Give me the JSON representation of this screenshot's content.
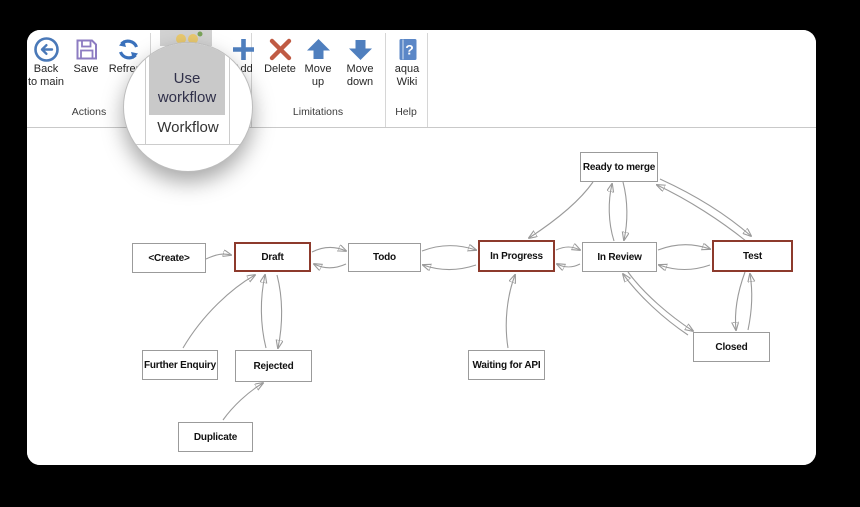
{
  "toolbar": {
    "groups": [
      {
        "label": "Actions"
      },
      {
        "label": "Workflow"
      },
      {
        "label": "Limitations"
      },
      {
        "label": "Help"
      }
    ],
    "buttons": [
      {
        "id": "back-to-main",
        "line1": "Back",
        "line2": "to main"
      },
      {
        "id": "save",
        "line1": "Save",
        "line2": ""
      },
      {
        "id": "refresh",
        "line1": "Refresh",
        "line2": ""
      },
      {
        "id": "add",
        "line1": "Add",
        "line2": ""
      },
      {
        "id": "delete",
        "line1": "Delete",
        "line2": ""
      },
      {
        "id": "move-up",
        "line1": "Move",
        "line2": "up"
      },
      {
        "id": "move-down",
        "line1": "Move",
        "line2": "down"
      },
      {
        "id": "aqua-wiki",
        "line1": "aqua",
        "line2": "Wiki"
      }
    ]
  },
  "magnifier": {
    "button_line1": "Use",
    "button_line2": "workflow",
    "group_label": "Workflow"
  },
  "colors": {
    "accent_blue": "#4a79b8",
    "accent_purple": "#8d7cc2",
    "accent_red": "#c05b44",
    "node_border_gray": "#9b9b9b",
    "node_border_highlight": "#8d3a2c",
    "edge_gray": "#9a9a9a"
  },
  "diagram": {
    "nodes": [
      {
        "id": "create",
        "label": "<Create>",
        "highlighted": false
      },
      {
        "id": "draft",
        "label": "Draft",
        "highlighted": true
      },
      {
        "id": "todo",
        "label": "Todo",
        "highlighted": false
      },
      {
        "id": "in-progress",
        "label": "In Progress",
        "highlighted": true
      },
      {
        "id": "in-review",
        "label": "In Review",
        "highlighted": false
      },
      {
        "id": "test",
        "label": "Test",
        "highlighted": true
      },
      {
        "id": "ready-to-merge",
        "label": "Ready to merge",
        "highlighted": false
      },
      {
        "id": "further-enquiry",
        "label": "Further Enquiry",
        "highlighted": false
      },
      {
        "id": "rejected",
        "label": "Rejected",
        "highlighted": false
      },
      {
        "id": "duplicate",
        "label": "Duplicate",
        "highlighted": false
      },
      {
        "id": "waiting-for-api",
        "label": "Waiting for API",
        "highlighted": false
      },
      {
        "id": "closed",
        "label": "Closed",
        "highlighted": false
      }
    ],
    "edges": [
      {
        "from": "<Create>",
        "to": "Draft",
        "bidirectional": false
      },
      {
        "from": "Draft",
        "to": "Todo",
        "bidirectional": true
      },
      {
        "from": "Todo",
        "to": "In Progress",
        "bidirectional": true
      },
      {
        "from": "In Progress",
        "to": "In Review",
        "bidirectional": true
      },
      {
        "from": "In Review",
        "to": "Test",
        "bidirectional": true
      },
      {
        "from": "Ready to merge",
        "to": "In Progress",
        "bidirectional": false
      },
      {
        "from": "Ready to merge",
        "to": "In Review",
        "bidirectional": true
      },
      {
        "from": "Ready to merge",
        "to": "Test",
        "bidirectional": true
      },
      {
        "from": "In Review",
        "to": "Closed",
        "bidirectional": true
      },
      {
        "from": "Test",
        "to": "Closed",
        "bidirectional": true
      },
      {
        "from": "Further Enquiry",
        "to": "Draft",
        "bidirectional": false
      },
      {
        "from": "Draft",
        "to": "Rejected",
        "bidirectional": true
      },
      {
        "from": "Duplicate",
        "to": "Rejected",
        "bidirectional": false
      },
      {
        "from": "Waiting for API",
        "to": "In Progress",
        "bidirectional": false
      }
    ]
  }
}
